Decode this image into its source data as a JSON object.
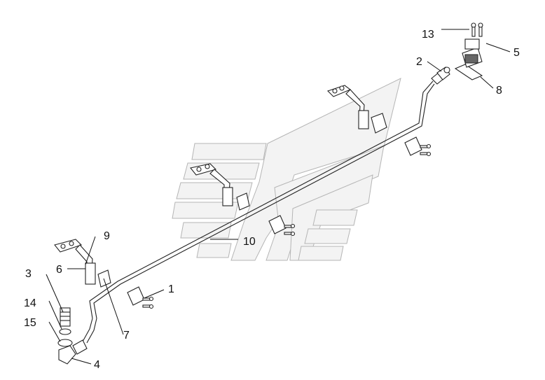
{
  "callouts": {
    "c1": "1",
    "c2": "2",
    "c3": "3",
    "c4": "4",
    "c5": "5",
    "c6": "6",
    "c7": "7",
    "c8": "8",
    "c9": "9",
    "c10": "10",
    "c13": "13",
    "c14": "14",
    "c15": "15"
  }
}
